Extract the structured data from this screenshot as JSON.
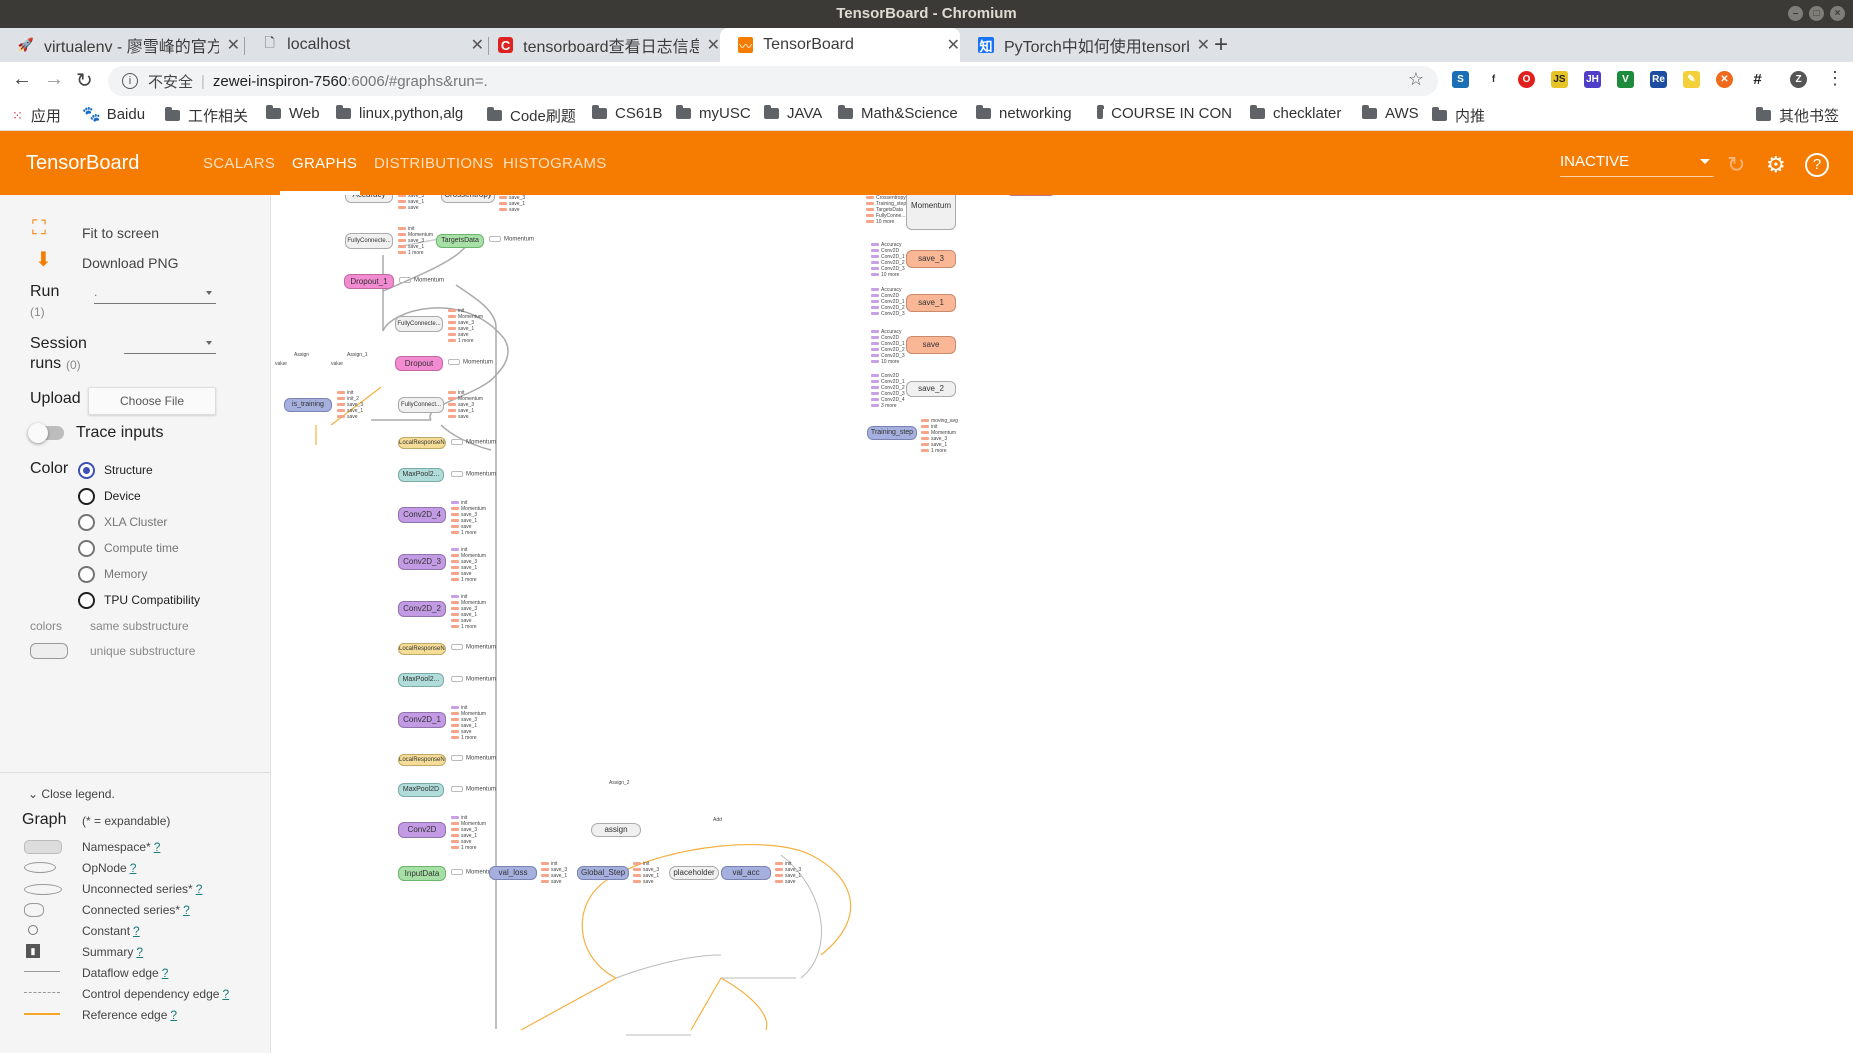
{
  "window": {
    "title": "TensorBoard - Chromium"
  },
  "tabs": [
    {
      "label": "virtualenv - 廖雪峰的官方网站",
      "icon": "rocket-icon"
    },
    {
      "label": "localhost",
      "icon": "page-icon"
    },
    {
      "label": "tensorboard查看日志信息",
      "icon": "csdn-icon"
    },
    {
      "label": "TensorBoard",
      "icon": "tensorboard-icon"
    },
    {
      "label": "PyTorch中如何使用tensorboard",
      "icon": "zhihu-icon"
    }
  ],
  "address": {
    "insecure": "不安全",
    "host": "zewei-inspiron-7560",
    "path": ":6006/#graphs&run=."
  },
  "bookmarks": {
    "apps": "应用",
    "items": [
      "Baidu",
      "工作相关",
      "Web",
      "linux,python,alg",
      "Code刷题",
      "CS61B",
      "myUSC",
      "JAVA",
      "Math&Science",
      "networking",
      "COURSE IN CON",
      "checklater",
      "AWS",
      "内推"
    ],
    "other": "其他书签"
  },
  "tensorboard": {
    "logo": "TensorBoard",
    "nav": [
      "SCALARS",
      "GRAPHS",
      "DISTRIBUTIONS",
      "HISTOGRAMS"
    ],
    "status": "INACTIVE"
  },
  "sidebar": {
    "fit": "Fit to screen",
    "download": "Download PNG",
    "run_label": "Run",
    "run_count": "(1)",
    "run_value": ".",
    "session_label": "Session",
    "session_label2": "runs",
    "session_count": "(0)",
    "upload_label": "Upload",
    "choose_file": "Choose File",
    "trace": "Trace inputs",
    "color_label": "Color",
    "color_options": [
      "Structure",
      "Device",
      "XLA Cluster",
      "Compute time",
      "Memory",
      "TPU Compatibility"
    ],
    "colors_label": "colors",
    "same": "same substructure",
    "unique": "unique substructure"
  },
  "legend": {
    "close": "Close legend.",
    "graph": "Graph",
    "expandable": "(* = expandable)",
    "items": [
      "Namespace*",
      "OpNode",
      "Unconnected series*",
      "Connected series*",
      "Constant",
      "Summary",
      "Dataflow edge",
      "Control dependency edge",
      "Reference edge"
    ],
    "q": "?"
  },
  "graph": {
    "nodes": {
      "accuracy": "Accuracy",
      "crossentropy": "Crossentropy",
      "fc_top": "FullyConnecte...",
      "targets": "TargetsData",
      "dropout1": "Dropout_1",
      "fc_mid": "FullyConnecte...",
      "dropout": "Dropout",
      "is_training": "is_training",
      "fc_bot": "FullyConnect...",
      "lrn1": "LocalResponseN...",
      "maxpool2": "MaxPool2...",
      "conv4": "Conv2D_4",
      "conv3": "Conv2D_3",
      "conv2": "Conv2D_2",
      "lrn2": "LocalResponseN...",
      "maxpool2b": "MaxPool2...",
      "conv1": "Conv2D_1",
      "lrn3": "LocalResponseN...",
      "maxpool": "MaxPool2D",
      "conv0": "Conv2D",
      "input": "InputData",
      "val_loss": "val_loss",
      "global_step": "Global_Step",
      "placeholder": "placeholder",
      "val_acc": "val_acc",
      "assign": "assign",
      "assign2": "Assign_2",
      "add": "Add",
      "assign_small": "Assign",
      "assign1_small": "Assign_1",
      "value": "value",
      "momentum": "Momentum",
      "moving_avg": "moving_avg",
      "save3": "save_3",
      "save1": "save_1",
      "save": "save",
      "save2": "save_2",
      "training_step": "Training_step"
    },
    "side_label": "Momentum"
  }
}
